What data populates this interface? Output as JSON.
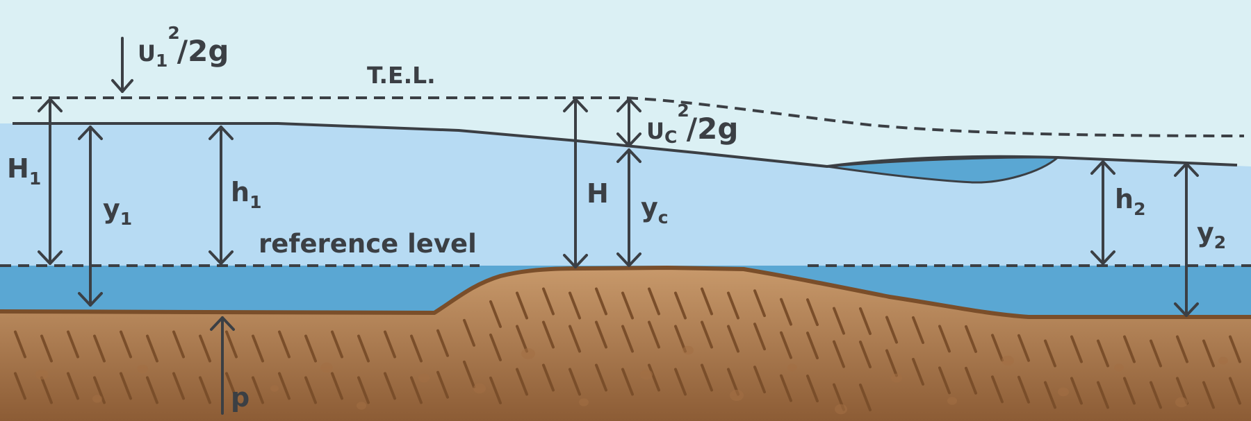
{
  "diagram": {
    "labels": {
      "tel": "T.E.L.",
      "reference_level": "reference level",
      "H1": {
        "main": "H",
        "sub": "1"
      },
      "y1": {
        "main": "y",
        "sub": "1"
      },
      "h1": {
        "main": "h",
        "sub": "1"
      },
      "H": {
        "main": "H"
      },
      "yc": {
        "main": "y",
        "sub": "c"
      },
      "h2": {
        "main": "h",
        "sub": "2"
      },
      "y2": {
        "main": "y",
        "sub": "2"
      },
      "p": {
        "main": "p"
      },
      "u1_head": {
        "main": "U",
        "sub": "1",
        "sup": "2",
        "tail": "/2g"
      },
      "uc_head": {
        "main": "U",
        "sub": "C",
        "sup": "2",
        "tail": "/2g"
      }
    },
    "colors": {
      "sky": "#dbf0f4",
      "water_light": "#b7dbf3",
      "water_deep": "#5aa7d3",
      "eddy": "#5aa7d3",
      "soil_top": "#c39366",
      "soil_bottom": "#93623a",
      "soil_edge": "#7a4e2a",
      "ink": "#3b3f44"
    }
  }
}
